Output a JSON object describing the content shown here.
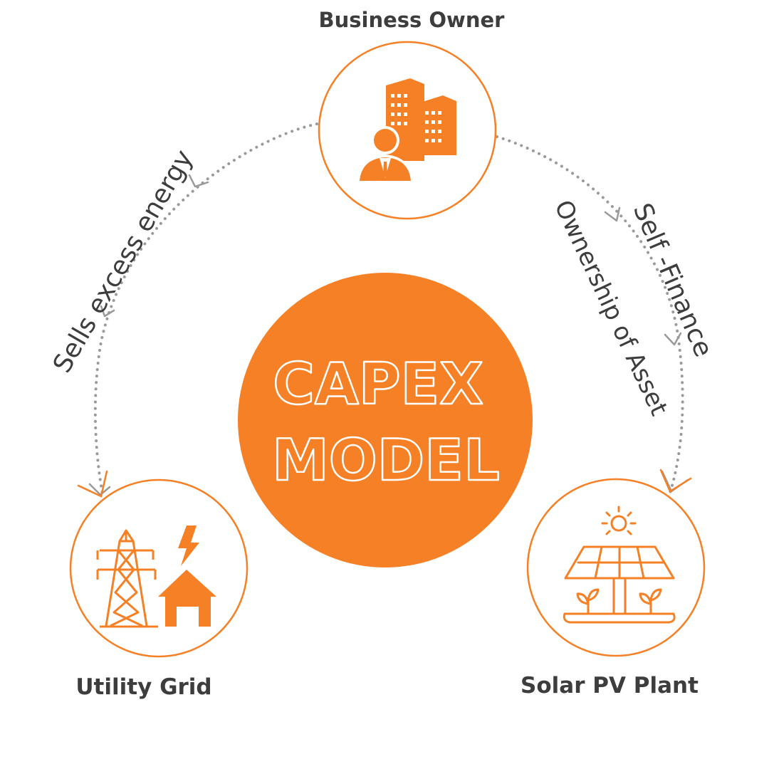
{
  "colors": {
    "accent": "#f58026",
    "text": "#3d3d3d",
    "connector": "#9a9a9a",
    "background": "#ffffff"
  },
  "center": {
    "line1": "CAPEX",
    "line2": "MODEL"
  },
  "nodes": {
    "business_owner": {
      "label": "Business Owner",
      "icon": "business-owner-icon"
    },
    "utility_grid": {
      "label": "Utility Grid",
      "icon": "utility-grid-icon"
    },
    "solar_pv_plant": {
      "label": "Solar PV Plant",
      "icon": "solar-pv-plant-icon"
    }
  },
  "edges": {
    "sells": "Sells excess energy",
    "ownership": "Ownership of Asset",
    "finance": "Self -Finance"
  }
}
